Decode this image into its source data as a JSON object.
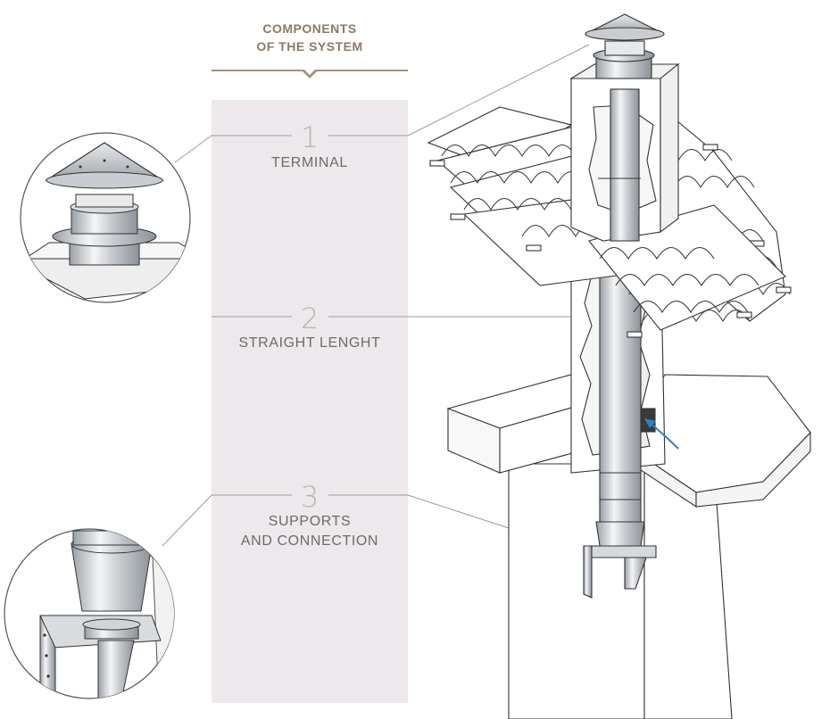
{
  "header": {
    "title": "COMPONENTS\nOF THE SYSTEM"
  },
  "components": [
    {
      "number": "1",
      "label": "TERMINAL"
    },
    {
      "number": "2",
      "label": "STRAIGHT LENGHT"
    },
    {
      "number": "3",
      "label": "SUPPORTS\nAND CONNECTION"
    }
  ],
  "colors": {
    "accent": "#a59278",
    "panel": "#ede8ec",
    "airflow_arrow": "#2b7fc6",
    "line_art": "#4a4a4a"
  }
}
